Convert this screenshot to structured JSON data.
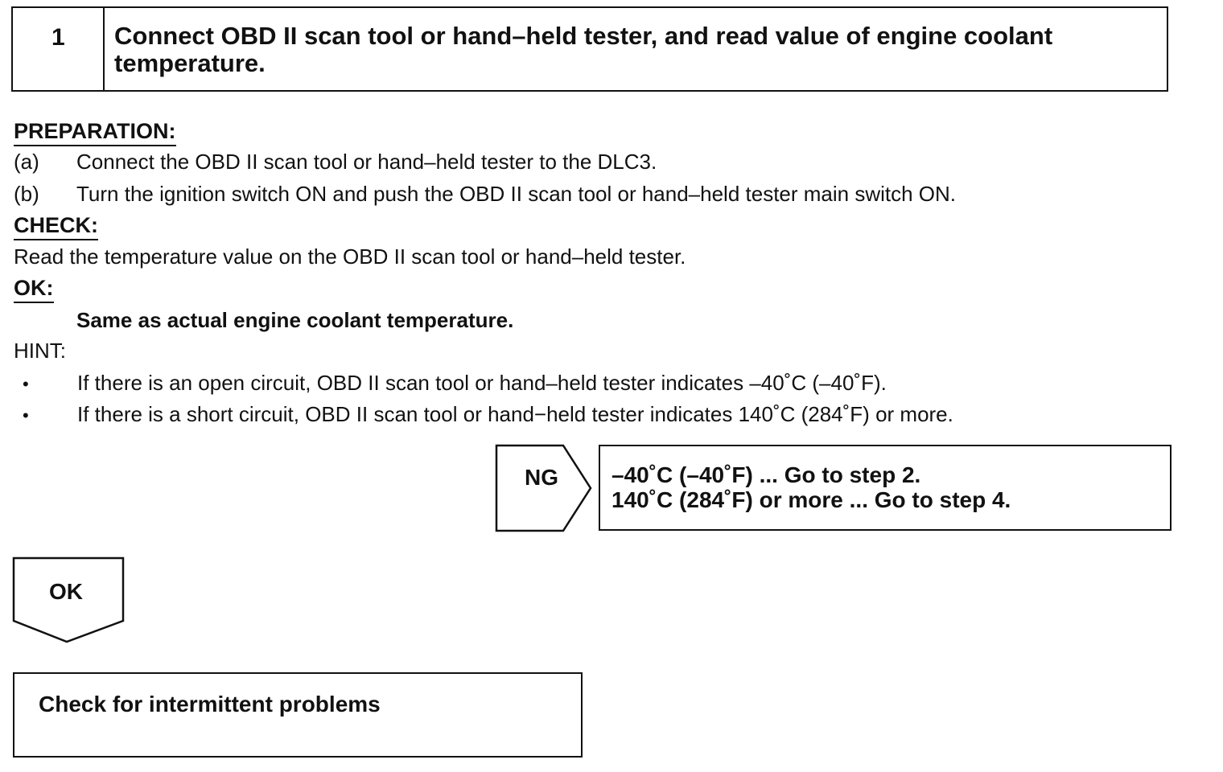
{
  "step": {
    "number": "1",
    "title_line1": "Connect OBD II scan tool or hand–held tester, and read value of engine coolant",
    "title_line2": "temperature."
  },
  "preparation": {
    "heading": "PREPARATION:",
    "items": [
      {
        "label": "(a)",
        "text": "Connect the OBD II scan tool or hand–held tester to the DLC3."
      },
      {
        "label": "(b)",
        "text": "Turn the ignition switch ON and push the OBD II scan tool or  hand–held tester main switch ON."
      }
    ]
  },
  "check": {
    "heading": "CHECK:",
    "text": "Read the temperature value on the OBD II scan tool or hand–held tester."
  },
  "ok": {
    "heading": "OK:",
    "text": "Same as actual engine coolant temperature."
  },
  "hint": {
    "heading": "HINT:",
    "bullet": "•",
    "items": [
      "If there is an open circuit, OBD II scan tool or hand–held tester indicates –40˚C (–40˚F).",
      "If there is a short circuit, OBD II scan tool or hand−held tester indicates 140˚C (284˚F) or more."
    ]
  },
  "ng_branch": {
    "label": "NG",
    "line1": "–40˚C (–40˚F) ... Go to step 2.",
    "line2": "140˚C (284˚F) or more ... Go to step 4."
  },
  "ok_branch": {
    "label": "OK"
  },
  "result": {
    "text": "Check for intermittent problems"
  }
}
